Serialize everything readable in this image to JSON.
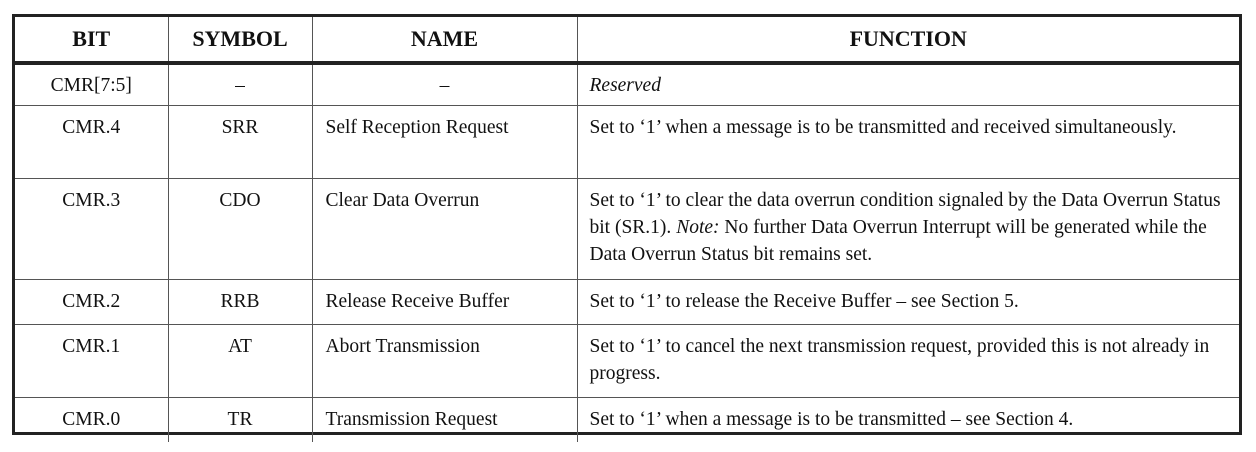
{
  "table": {
    "headers": {
      "bit": "BIT",
      "symbol": "SYMBOL",
      "name": "NAME",
      "function": "FUNCTION"
    },
    "rows": [
      {
        "bit": "CMR[7:5]",
        "symbol": "–",
        "name": "–",
        "function": "Reserved"
      },
      {
        "bit": "CMR.4",
        "symbol": "SRR",
        "name": "Self Reception Request",
        "function": "Set to ‘1’ when a message is to be transmitted and received simultaneously."
      },
      {
        "bit": "CMR.3",
        "symbol": "CDO",
        "name": "Clear Data Overrun",
        "function_pre": "Set to ‘1’ to clear the data overrun condition signaled by the Data Overrun Status bit (SR.1). ",
        "function_note": "Note:",
        "function_post": " No further Data Overrun Interrupt will be generated while the Data Overrun Status bit remains set."
      },
      {
        "bit": "CMR.2",
        "symbol": "RRB",
        "name": "Release Receive Buffer",
        "function": "Set to ‘1’ to release the Receive Buffer – see Section 5."
      },
      {
        "bit": "CMR.1",
        "symbol": "AT",
        "name": "Abort Transmission",
        "function": "Set to ‘1’ to cancel the next transmission request, provided this is not already in progress."
      },
      {
        "bit": "CMR.0",
        "symbol": "TR",
        "name": "Transmission Request",
        "function": "Set to ‘1’ when a message is to be transmitted – see Section 4."
      }
    ]
  }
}
